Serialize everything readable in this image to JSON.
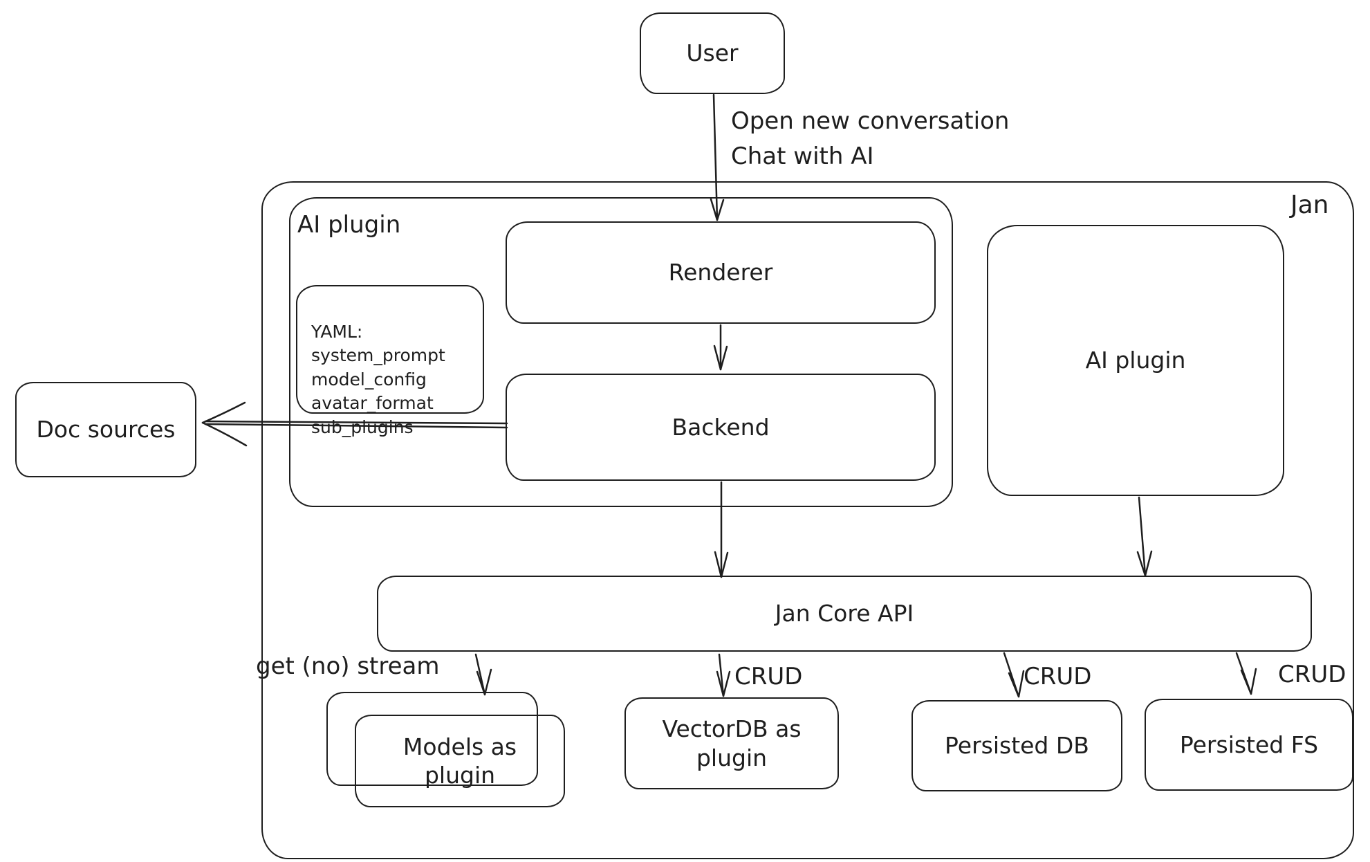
{
  "colors": {
    "stroke": "#1e1e1e",
    "background": "#ffffff"
  },
  "nodes": {
    "user": "User",
    "jan": "Jan",
    "ai_plugin_container": "AI plugin",
    "renderer": "Renderer",
    "backend": "Backend",
    "yaml_note": "YAML:\nsystem_prompt\nmodel_config\navatar_format\nsub_plugins",
    "doc_sources": "Doc sources",
    "ai_plugin_right": "AI plugin",
    "jan_core_api": "Jan Core API",
    "models_as_plugin": "Models as\nplugin",
    "vectordb_as_plugin": "VectorDB as\nplugin",
    "persisted_db": "Persisted DB",
    "persisted_fs": "Persisted FS"
  },
  "edges": {
    "user_to_renderer": "Open new conversation\nChat with AI",
    "get_no_stream": "get (no) stream",
    "crud_vectordb": "CRUD",
    "crud_persisted_db": "CRUD",
    "crud_persisted_fs": "CRUD"
  }
}
